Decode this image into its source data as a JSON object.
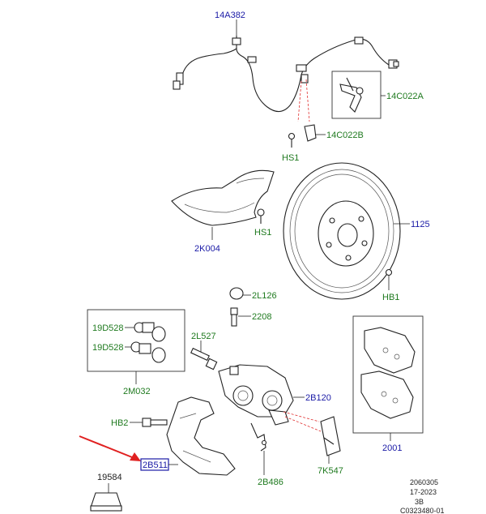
{
  "labels": {
    "l_14A382": "14A382",
    "l_14C022A": "14C022A",
    "l_14C022B": "14C022B",
    "l_HS1_a": "HS1",
    "l_HS1_b": "HS1",
    "l_2K004": "2K004",
    "l_1125": "1125",
    "l_HB1": "HB1",
    "l_2L126": "2L126",
    "l_2208": "2208",
    "l_19D528_a": "19D528",
    "l_19D528_b": "19D528",
    "l_2L527": "2L527",
    "l_2M032": "2M032",
    "l_2B120": "2B120",
    "l_HB2": "HB2",
    "l_2B511": "2B511",
    "l_19584": "19584",
    "l_2B486": "2B486",
    "l_7K547": "7K547",
    "l_2001": "2001"
  },
  "stamp": {
    "line1": "2060305",
    "line2": "17-2023",
    "line3": "3B",
    "line4": "C0323480-01"
  },
  "colors": {
    "blue_label": "#1a1aa6",
    "green_label": "#1f7a1f",
    "arrow": "#e02020",
    "highlight_border": "#1a1aa6"
  }
}
